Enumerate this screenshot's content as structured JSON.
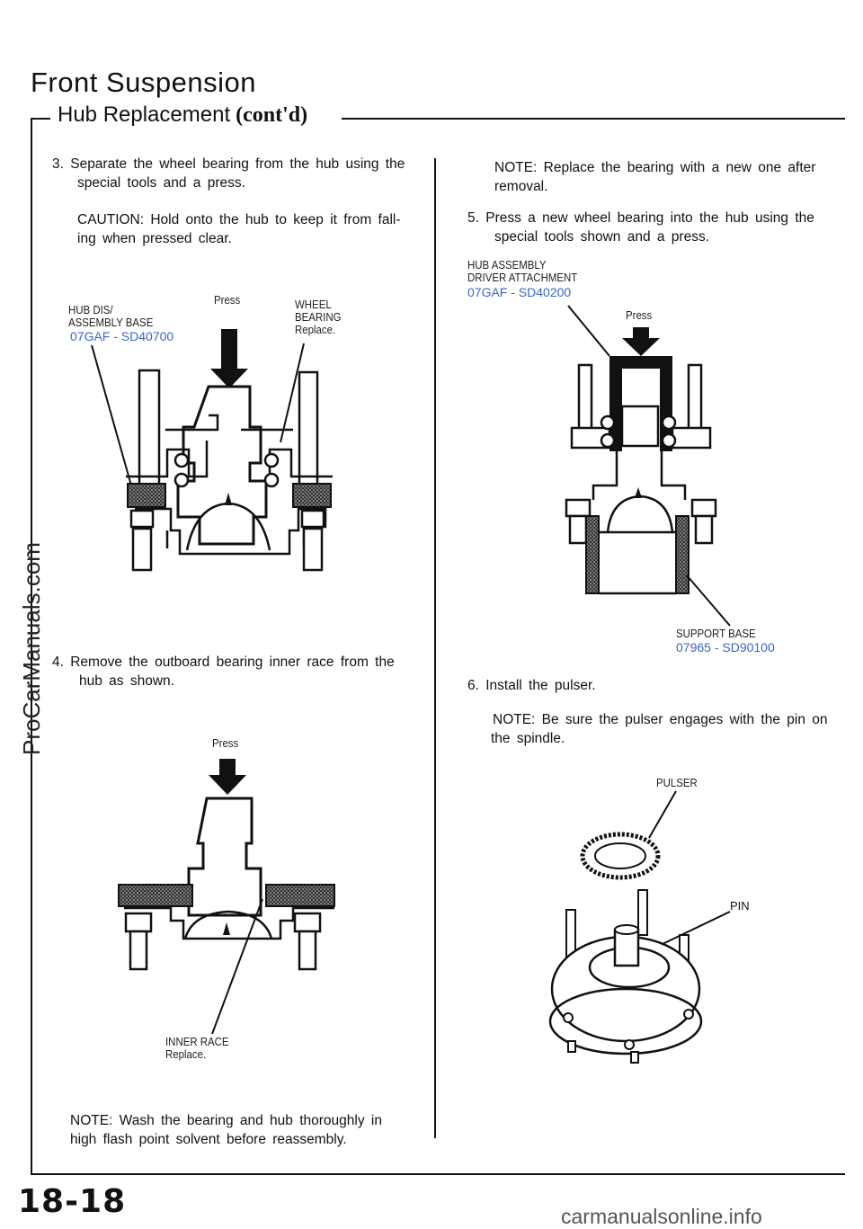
{
  "header": {
    "section_title": "Front Suspension",
    "subsection_title": "Hub Replacement",
    "contd": "(cont'd)"
  },
  "left": {
    "step3": {
      "line1": "3.   Separate the wheel bearing from the hub using the",
      "line2": "special tools and a press."
    },
    "caution": {
      "line1": "CAUTION:  Hold onto the hub to keep it from fall-",
      "line2": "ing when pressed clear."
    },
    "fig1": {
      "tool_name_line1": "HUB DIS/",
      "tool_name_line2": "ASSEMBLY BASE",
      "tool_code": "07GAF - SD40700",
      "press": "Press",
      "part_line1": "WHEEL",
      "part_line2": "BEARING",
      "part_line3": "Replace."
    },
    "step4": {
      "line1": "4.   Remove the outboard bearing inner race from the",
      "line2": "hub as shown."
    },
    "fig2": {
      "press": "Press",
      "part_line1": "INNER RACE",
      "part_line2": "Replace."
    },
    "note": {
      "line1": "NOTE: Wash the bearing and hub thoroughly in",
      "line2": "high flash point solvent before reassembly."
    }
  },
  "right": {
    "note1": {
      "line1": "NOTE: Replace the bearing with a new one after",
      "line2": "removal."
    },
    "step5": {
      "line1": "5.   Press a new wheel bearing into the hub using the",
      "line2": "special tools shown and a press."
    },
    "fig3": {
      "tool_line1": "HUB ASSEMBLY",
      "tool_line2": "DRIVER ATTACHMENT",
      "tool_code": "07GAF - SD40200",
      "press": "Press",
      "base_name": "SUPPORT BASE",
      "base_code": "07965 - SD90100"
    },
    "step6": {
      "line1": "6.   Install the pulser."
    },
    "note2": {
      "line1": "NOTE:  Be sure the pulser engages with the pin on",
      "line2": "the spindle."
    },
    "fig4": {
      "pulser": "PULSER",
      "pin": "PIN"
    }
  },
  "footer": {
    "page_number": "18-18",
    "watermark_side": "ProCarManuals.com",
    "watermark_bottom": "carmanualsonline.info"
  },
  "colors": {
    "ink": "#111111",
    "tool_code_blue": "#3b66c4"
  }
}
